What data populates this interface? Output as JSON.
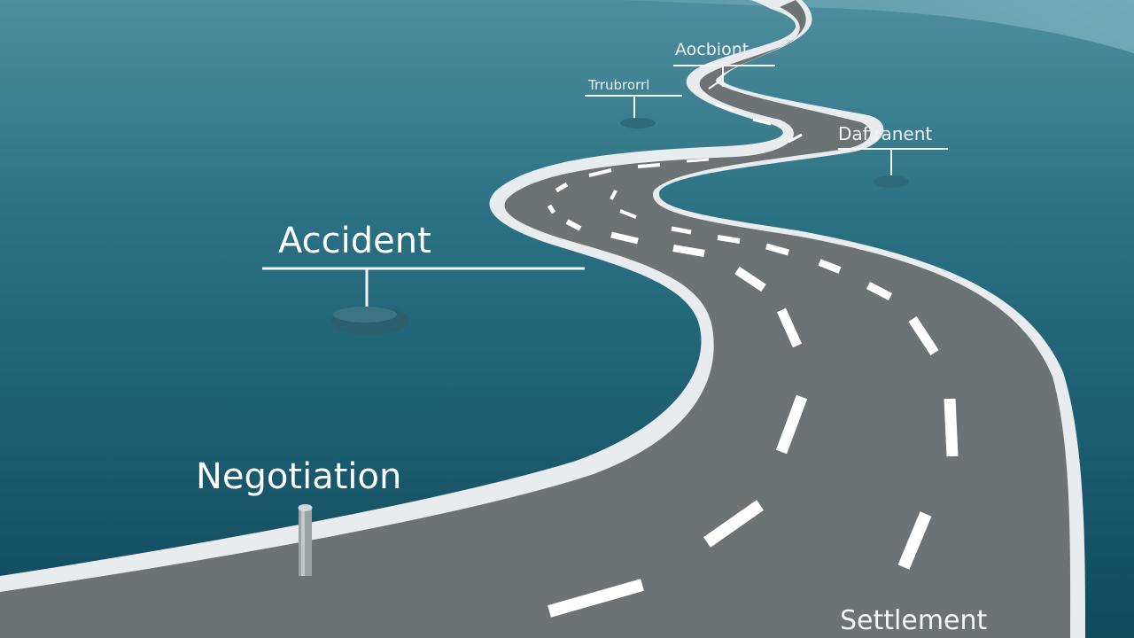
{
  "milestones": {
    "accident_main": "Accident",
    "negotiation": "Negotiation",
    "settlement": "Settlement",
    "accident_far": "Aocbiont",
    "treatment": "Trrubrorrl",
    "settlement_far": "Dafiranent"
  },
  "colors": {
    "water_top": "#5fa0ad",
    "water_bottom": "#104b5e",
    "road_surface": "#6e7375",
    "road_edge": "#eef1f2",
    "lane_marking": "#ffffff",
    "label_text": "#ffffff"
  }
}
